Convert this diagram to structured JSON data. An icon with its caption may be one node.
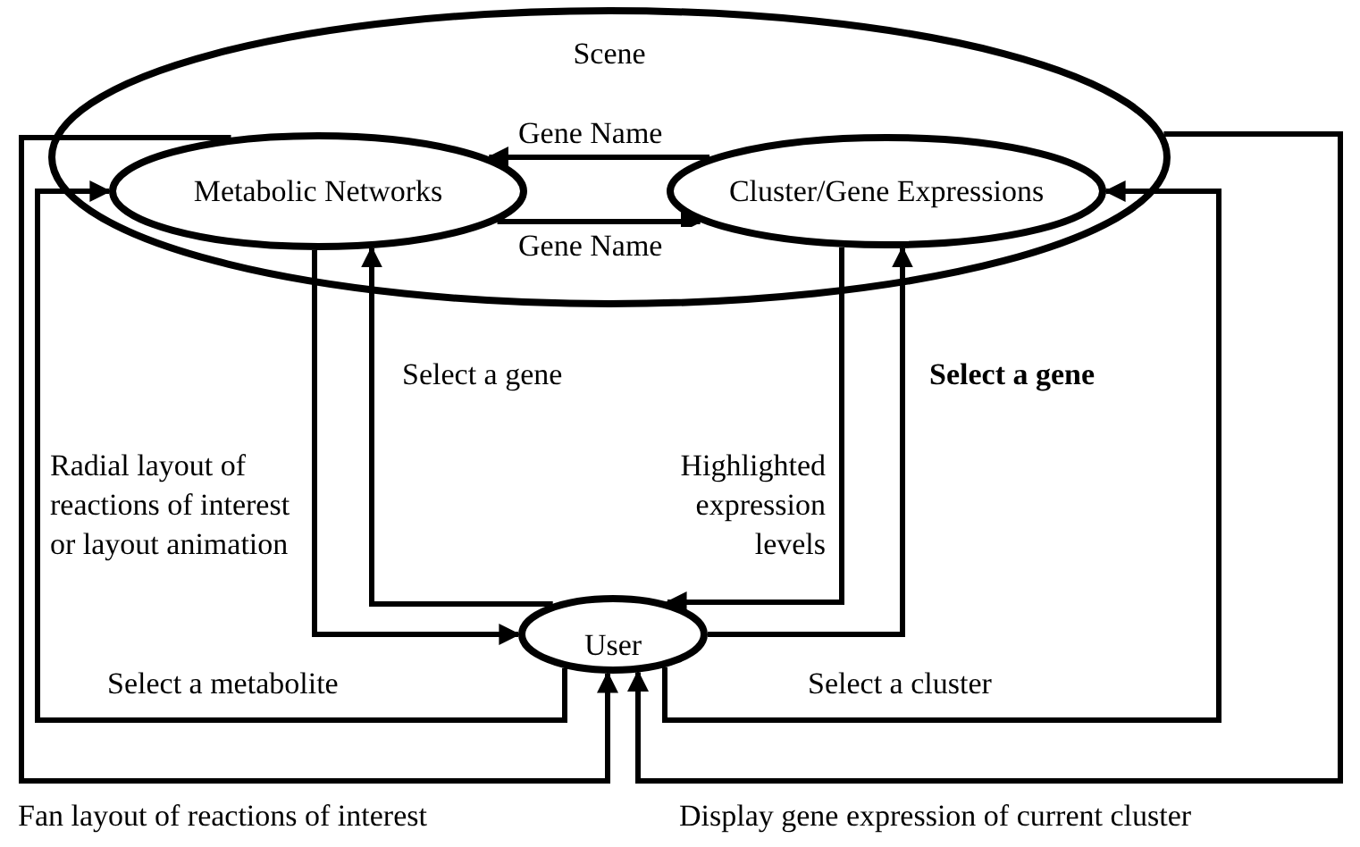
{
  "diagram": {
    "nodes": [
      {
        "text": [
          "Scene"
        ]
      },
      {
        "text": [
          "Metabolic Networks"
        ],
        "in": 0
      },
      {
        "text": [
          "Cluster/Gene Expressions"
        ],
        "in": 0
      },
      {
        "text": [
          "User"
        ]
      }
    ],
    "edges": [
      {
        "from": 2,
        "to": 1,
        "arrow": "to",
        "label": "Gene Name"
      },
      {
        "from": 1,
        "to": 2,
        "arrow": "to",
        "label": "Gene Name"
      },
      {
        "from": 3,
        "to": 1,
        "arrow": "to",
        "label": "Select a gene"
      },
      {
        "from": 1,
        "to": 3,
        "arrow": "to",
        "label": "Radial layout of reactions of interest or layout animation"
      },
      {
        "from": 3,
        "to": 2,
        "arrow": "to",
        "label": "Select a gene"
      },
      {
        "from": 2,
        "to": 3,
        "arrow": "to",
        "label": "Highlighted expression levels"
      },
      {
        "from": 3,
        "to": 1,
        "arrow": "to",
        "label": "Select a metabolite"
      },
      {
        "from": 3,
        "to": 2,
        "arrow": "to",
        "label": "Select a cluster"
      },
      {
        "from": 1,
        "to": 3,
        "arrow": "to",
        "label": "Fan layout of reactions of interest"
      },
      {
        "from": 0,
        "to": 3,
        "arrow": "to",
        "label": "Display gene expression of current cluster"
      }
    ]
  }
}
